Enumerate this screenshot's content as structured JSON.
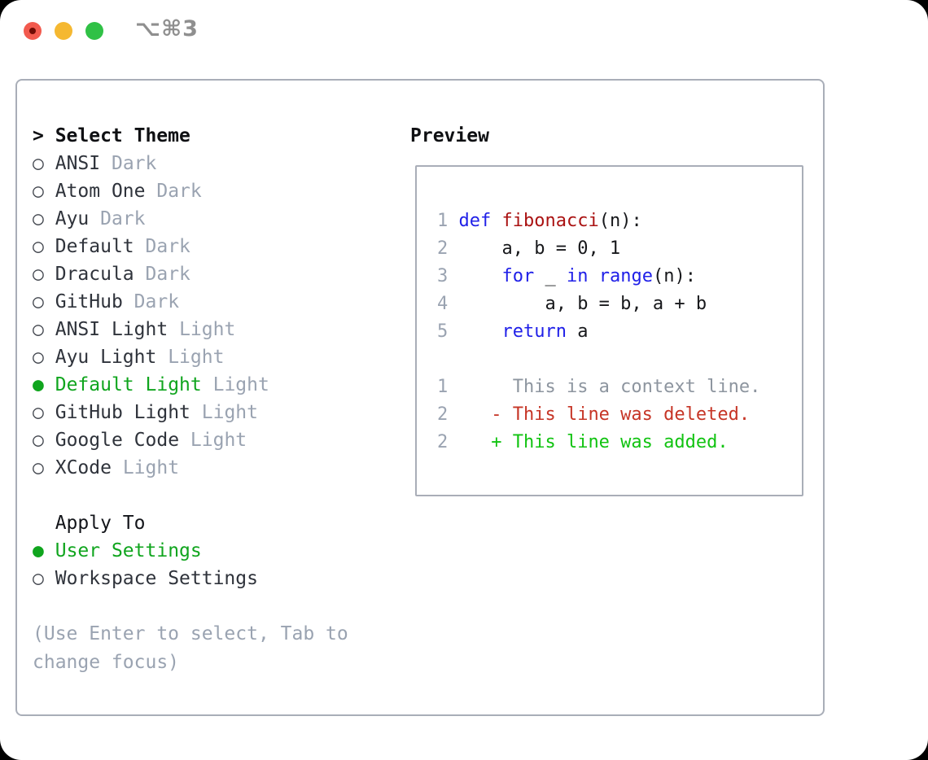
{
  "window": {
    "shortcut_label": "⌥⌘3",
    "traffic_lights": [
      {
        "name": "close",
        "color": "#f25a4e",
        "dot_color": "#700b04"
      },
      {
        "name": "minimize",
        "color": "#f5b831"
      },
      {
        "name": "zoom",
        "color": "#30c146"
      }
    ]
  },
  "theme_menu": {
    "cursor": ">",
    "title": "Select Theme",
    "glyph_unselected": "○",
    "glyph_selected": "●",
    "items": [
      {
        "name": "ANSI",
        "variant": "Dark",
        "selected": false
      },
      {
        "name": "Atom One",
        "variant": "Dark",
        "selected": false
      },
      {
        "name": "Ayu",
        "variant": "Dark",
        "selected": false
      },
      {
        "name": "Default",
        "variant": "Dark",
        "selected": false
      },
      {
        "name": "Dracula",
        "variant": "Dark",
        "selected": false
      },
      {
        "name": "GitHub",
        "variant": "Dark",
        "selected": false
      },
      {
        "name": "ANSI Light",
        "variant": "Light",
        "selected": false
      },
      {
        "name": "Ayu Light",
        "variant": "Light",
        "selected": false
      },
      {
        "name": "Default Light",
        "variant": "Light",
        "selected": true
      },
      {
        "name": "GitHub Light",
        "variant": "Light",
        "selected": false
      },
      {
        "name": "Google Code",
        "variant": "Light",
        "selected": false
      },
      {
        "name": "XCode",
        "variant": "Light",
        "selected": false
      }
    ]
  },
  "apply_to": {
    "title": "Apply To",
    "items": [
      {
        "label": "User Settings",
        "selected": true
      },
      {
        "label": "Workspace Settings",
        "selected": false
      }
    ]
  },
  "help_text": "(Use Enter to select, Tab to change focus)",
  "preview": {
    "title": "Preview",
    "code_lines": [
      {
        "num": "1",
        "segments": [
          {
            "text": "def",
            "token": "keyword"
          },
          {
            "text": " ",
            "token": "plain"
          },
          {
            "text": "fibonacci",
            "token": "function"
          },
          {
            "text": "(n):",
            "token": "plain"
          }
        ]
      },
      {
        "num": "2",
        "segments": [
          {
            "text": "    a, b = 0, 1",
            "token": "plain"
          }
        ]
      },
      {
        "num": "3",
        "segments": [
          {
            "text": "    ",
            "token": "plain"
          },
          {
            "text": "for",
            "token": "keyword"
          },
          {
            "text": " _ ",
            "token": "plain"
          },
          {
            "text": "in",
            "token": "keyword"
          },
          {
            "text": " ",
            "token": "plain"
          },
          {
            "text": "range",
            "token": "keyword"
          },
          {
            "text": "(n):",
            "token": "plain"
          }
        ]
      },
      {
        "num": "4",
        "segments": [
          {
            "text": "        a, b = b, a + b",
            "token": "plain"
          }
        ]
      },
      {
        "num": "5",
        "segments": [
          {
            "text": "    ",
            "token": "plain"
          },
          {
            "text": "return",
            "token": "keyword"
          },
          {
            "text": " a",
            "token": "plain"
          }
        ]
      }
    ],
    "diff_lines": [
      {
        "num": "1",
        "marker": " ",
        "text": "This is a context line.",
        "kind": "context"
      },
      {
        "num": "2",
        "marker": "-",
        "text": "This line was deleted.",
        "kind": "deleted"
      },
      {
        "num": "2",
        "marker": "+",
        "text": "This line was added.",
        "kind": "added"
      }
    ]
  },
  "colors": {
    "accent_green": "#10a51e",
    "diff_added_green": "#11c311",
    "diff_deleted_red": "#c63526",
    "keyword_blue": "#2020e8",
    "function_red": "#aa1212",
    "muted_gray": "#9aa3b1",
    "text_dark": "#2f333b",
    "border_gray": "#a9aeb8"
  }
}
